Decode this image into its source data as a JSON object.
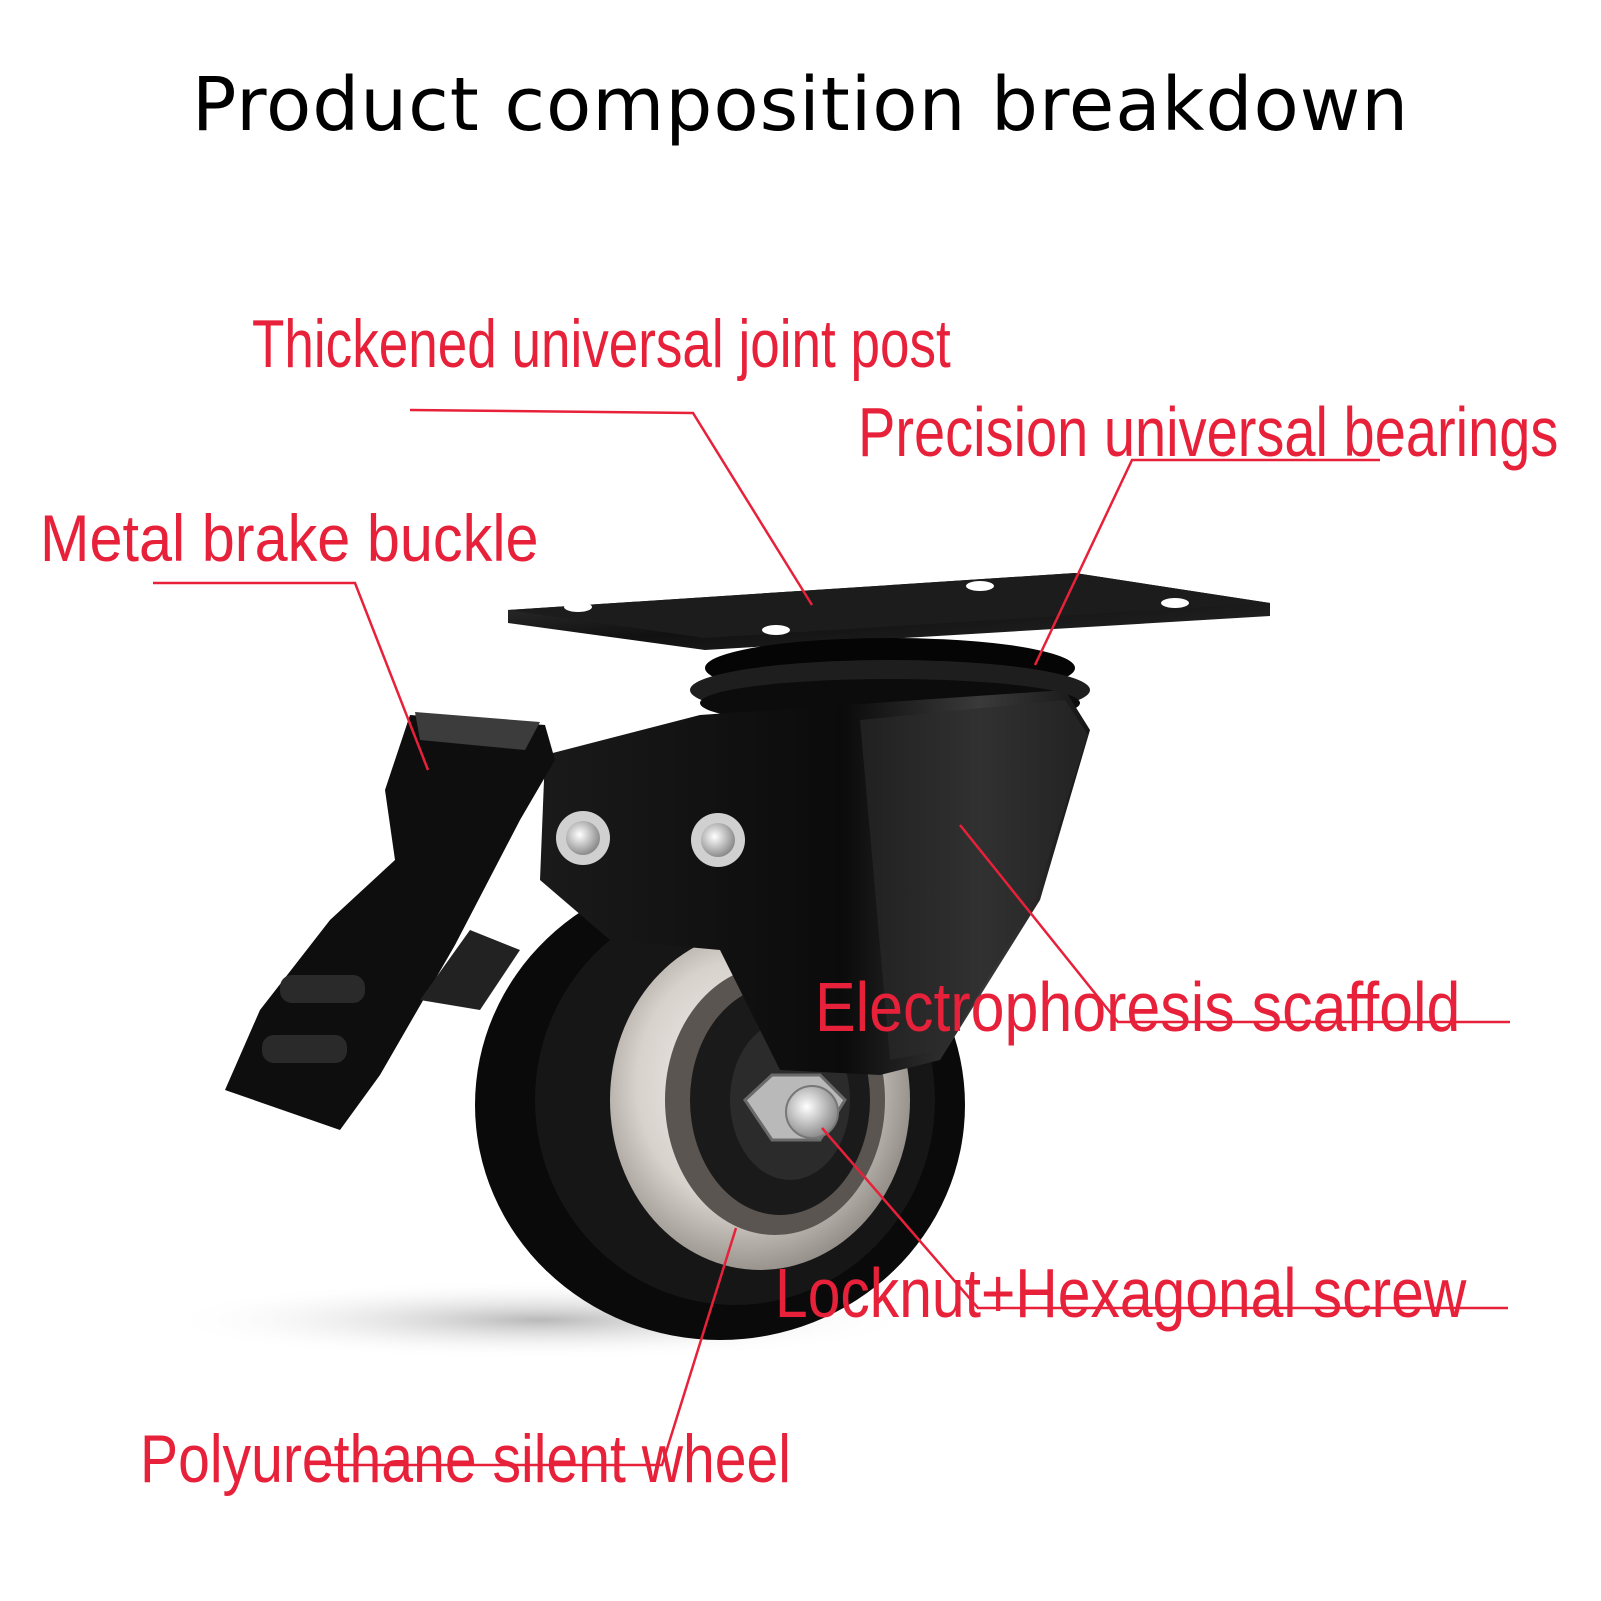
{
  "title": "Product composition breakdown",
  "labels": {
    "joint_post": "Thickened universal joint post",
    "bearings": "Precision universal bearings",
    "brake_buckle": "Metal brake buckle",
    "scaffold": "Electrophoresis scaffold",
    "locknut": "Locknut+Hexagonal screw",
    "wheel": "Polyurethane silent wheel"
  },
  "colors": {
    "label": "#e8213a",
    "leader": "#e8213a",
    "title": "#000000"
  }
}
